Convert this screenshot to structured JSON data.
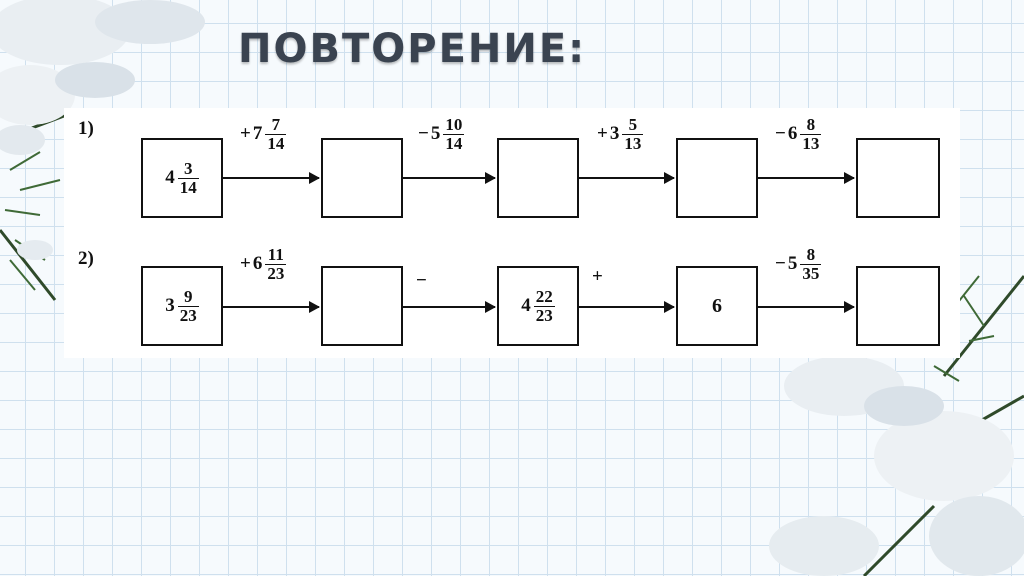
{
  "title": "ПОВТОРЕНИЕ:",
  "rows": [
    {
      "label": "1)",
      "boxes": [
        {
          "whole": "4",
          "num": "3",
          "den": "14"
        },
        {
          "whole": "",
          "num": "",
          "den": ""
        },
        {
          "whole": "",
          "num": "",
          "den": ""
        },
        {
          "whole": "",
          "num": "",
          "den": ""
        },
        {
          "whole": "",
          "num": "",
          "den": ""
        }
      ],
      "ops": [
        {
          "sign": "+",
          "whole": "7",
          "num": "7",
          "den": "14"
        },
        {
          "sign": "−",
          "whole": "5",
          "num": "10",
          "den": "14"
        },
        {
          "sign": "+",
          "whole": "3",
          "num": "5",
          "den": "13"
        },
        {
          "sign": "−",
          "whole": "6",
          "num": "8",
          "den": "13"
        }
      ]
    },
    {
      "label": "2)",
      "boxes": [
        {
          "whole": "3",
          "num": "9",
          "den": "23"
        },
        {
          "whole": "",
          "num": "",
          "den": ""
        },
        {
          "whole": "4",
          "num": "22",
          "den": "23"
        },
        {
          "value": "6"
        },
        {
          "whole": "",
          "num": "",
          "den": ""
        }
      ],
      "ops": [
        {
          "sign": "+",
          "whole": "6",
          "num": "11",
          "den": "23"
        },
        {
          "sign": "−",
          "whole": "",
          "num": "",
          "den": ""
        },
        {
          "sign": "+",
          "whole": "",
          "num": "",
          "den": ""
        },
        {
          "sign": "−",
          "whole": "5",
          "num": "8",
          "den": "35"
        }
      ]
    }
  ]
}
